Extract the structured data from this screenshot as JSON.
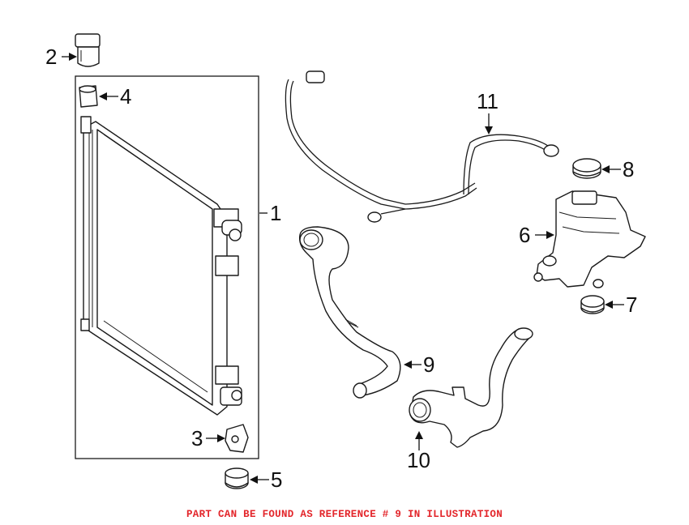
{
  "callouts": {
    "c1": "1",
    "c2": "2",
    "c3": "3",
    "c4": "4",
    "c5": "5",
    "c6": "6",
    "c7": "7",
    "c8": "8",
    "c9": "9",
    "c10": "10",
    "c11": "11"
  },
  "footer_note": "PART CAN BE FOUND AS REFERENCE # 9 IN ILLUSTRATION",
  "colors": {
    "note": "#e3262b",
    "line": "#1a1a1a"
  }
}
